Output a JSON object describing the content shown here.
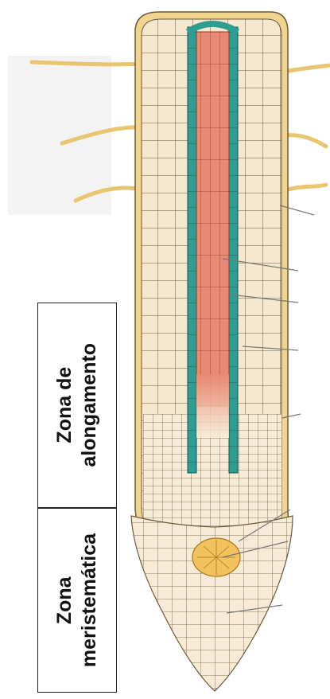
{
  "zone_labels": {
    "elongation": {
      "line1": "Zona de",
      "line2": "alongamento"
    },
    "meristematic": {
      "line1": "Zona",
      "line2": "meristemática"
    }
  },
  "colors": {
    "cortex": "#f6e7cf",
    "epidermis": "#f1d48d",
    "endodermis": "#2e9e93",
    "vascular": "#e88a73",
    "cell_outline": "#6b5a3a",
    "quiescent_center": "#f2c25c"
  }
}
